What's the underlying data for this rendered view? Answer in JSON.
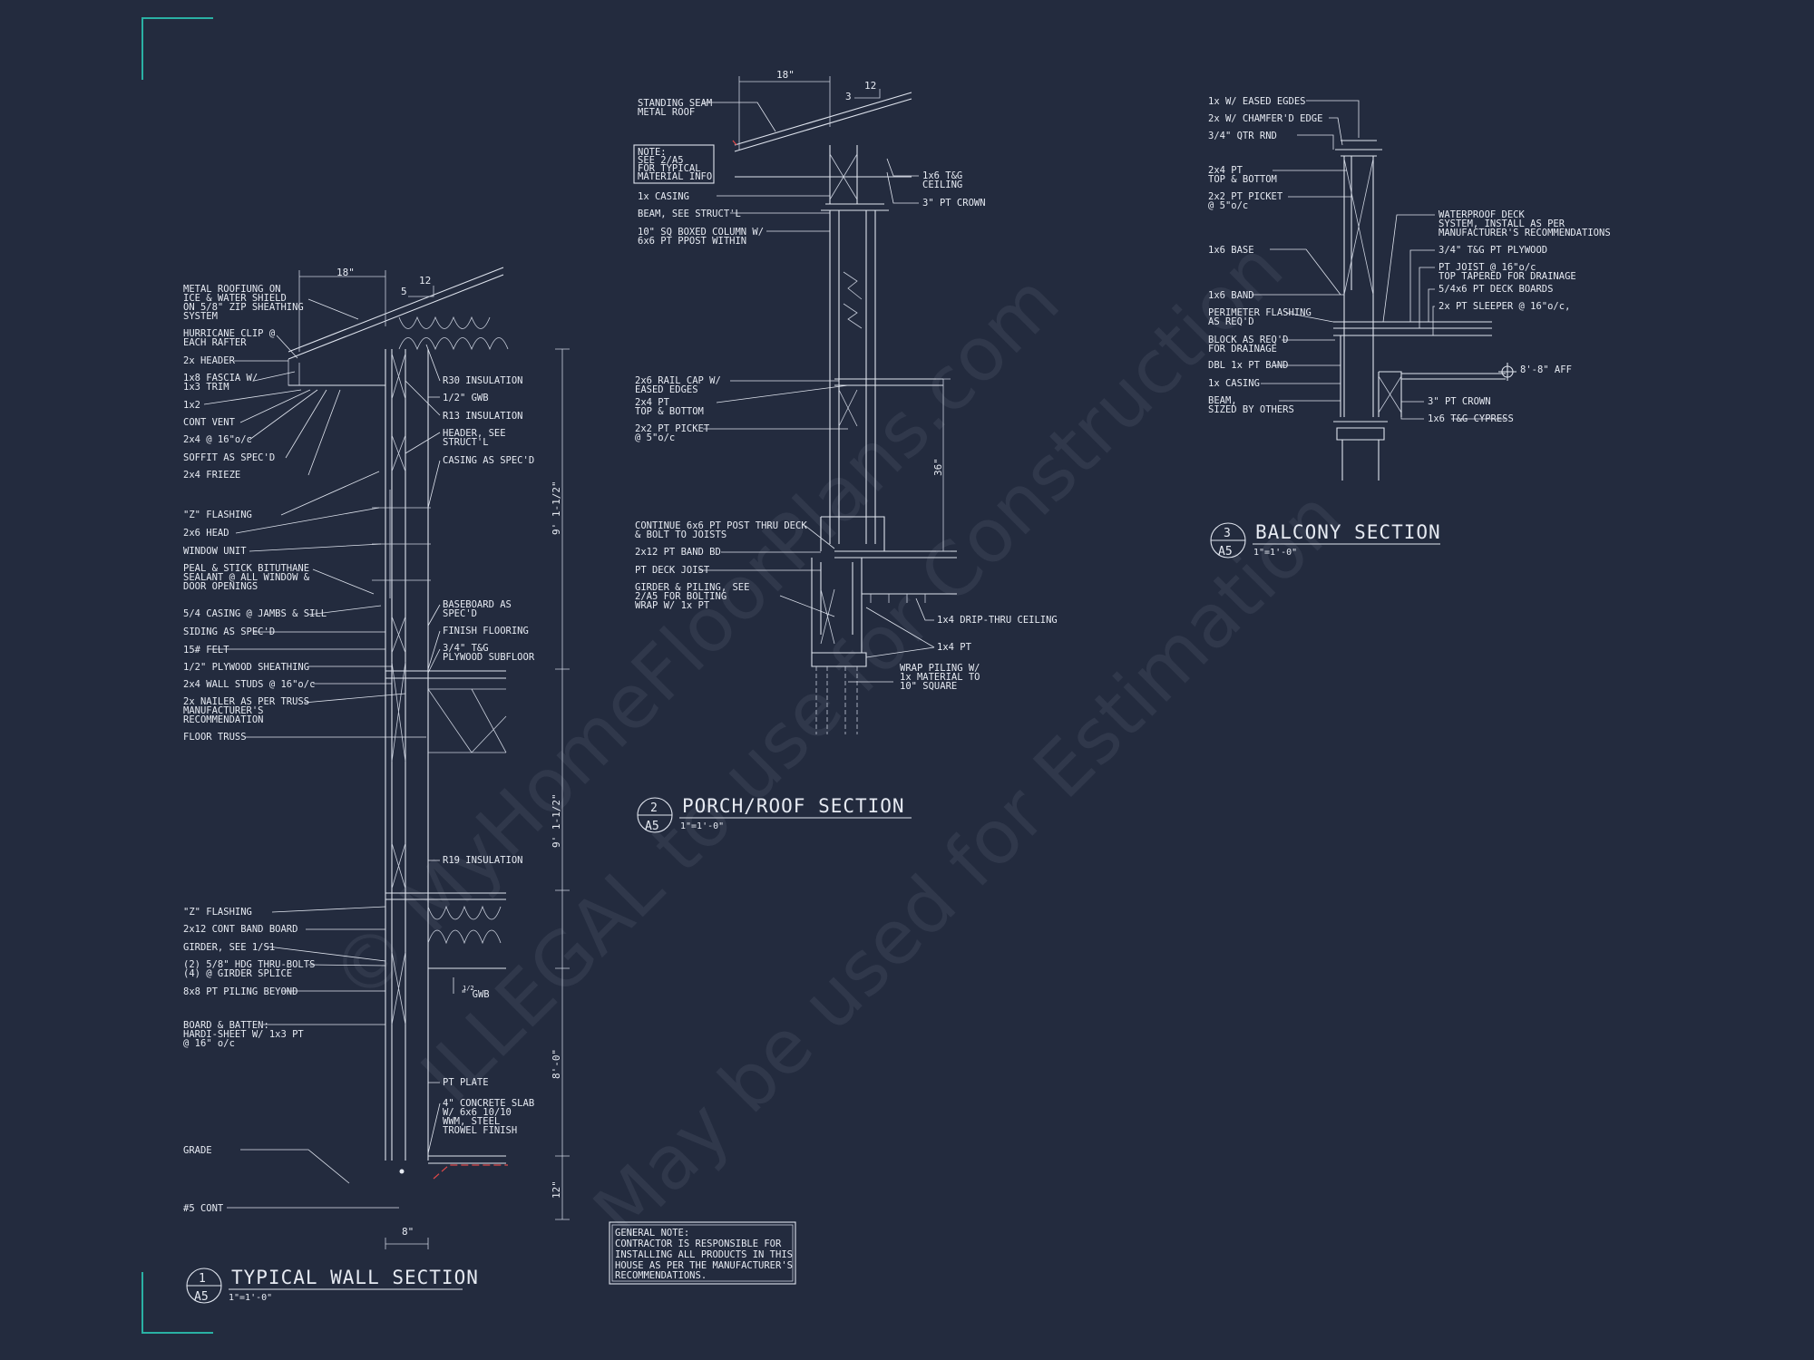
{
  "sections": {
    "typical_wall": {
      "number": "1",
      "sheet": "A5",
      "title": "TYPICAL WALL SECTION",
      "scale": "1\"=1'-0\"",
      "dims": {
        "overhang": "18\"",
        "pitch_rise": "5",
        "pitch_run": "12",
        "h1": "9' 1-1/2\"",
        "h2": "9' 1-1/2\"",
        "h3": "8'-0\"",
        "h4": "12\"",
        "width": "8\""
      },
      "labels": {
        "l01a": "METAL ROOFIUNG ON",
        "l01b": "ICE & WATER SHIELD",
        "l01c": "ON 5/8\" ZIP SHEATHING",
        "l01d": "SYSTEM",
        "l02a": "HURRICANE CLIP @",
        "l02b": "EACH RAFTER",
        "l03": "2x HEADER",
        "l04a": "1x8 FASCIA W/",
        "l04b": "1x3 TRIM",
        "l05": "1x2",
        "l06": "CONT VENT",
        "l07": "2x4 @ 16\"o/c",
        "l08": "SOFFIT AS SPEC'D",
        "l09": "2x4 FRIEZE",
        "l10": "\"Z\" FLASHING",
        "l11": "2x6 HEAD",
        "l12": "WINDOW UNIT",
        "l13a": "PEAL & STICK BITUTHANE",
        "l13b": "SEALANT @ ALL WINDOW &",
        "l13c": "DOOR OPENINGS",
        "l14": "5/4 CASING @ JAMBS & SILL",
        "l15": "SIDING AS SPEC'D",
        "l16": "15# FELT",
        "l17": "1/2\" PLYWOOD SHEATHING",
        "l18": "2x4 WALL STUDS @ 16\"o/c",
        "l19a": "2x NAILER AS PER TRUSS",
        "l19b": "MANUFACTURER'S",
        "l19c": "RECOMMENDATION",
        "l20": "FLOOR TRUSS",
        "l21": "\"Z\" FLASHING",
        "l22": "2x12 CONT BAND BOARD",
        "l23": "GIRDER, SEE 1/S1",
        "l24a": "(2) 5/8\" HDG THRU-BOLTS",
        "l24b": "(4) @ GIRDER SPLICE",
        "l25": "8x8 PT PILING BEYOND",
        "l26a": "BOARD & BATTEN:",
        "l26b": "HARDI-SHEET W/ 1x3 PT",
        "l26c": "@ 16\" o/c",
        "l27": "GRADE",
        "l28": "#5 CONT",
        "r01": "R30 INSULATION",
        "r02": "1/2\" GWB",
        "r03": "R13 INSULATION",
        "r04a": "HEADER, SEE",
        "r04b": "STRUCT'L",
        "r05": "CASING AS SPEC'D",
        "r06a": "BASEBOARD AS",
        "r06b": "SPEC'D",
        "r07": "FINISH FLOORING",
        "r08a": "3/4\" T&G",
        "r08b": "PLYWOOD SUBFLOOR",
        "r09": "R19 INSULATION",
        "r10": "\" GWB",
        "r10n": "1/2",
        "r11": "PT PLATE",
        "r12a": "4\" CONCRETE SLAB",
        "r12b": "W/ 6x6 10/10",
        "r12c": "WWM, STEEL",
        "r12d": "TROWEL FINISH"
      }
    },
    "porch_roof": {
      "number": "2",
      "sheet": "A5",
      "title": "PORCH/ROOF SECTION",
      "scale": "1\"=1'-0\"",
      "dims": {
        "overhang": "18\"",
        "pitch_rise": "3",
        "pitch_run": "12",
        "rail_h": "36\""
      },
      "labels": {
        "p01a": "STANDING SEAM",
        "p01b": "METAL ROOF",
        "p02a": "NOTE:",
        "p02b": "SEE 2/A5",
        "p02c": "FOR TYPICAL",
        "p02d": "MATERIAL INFO",
        "p03": "1x CASING",
        "p04": "BEAM, SEE STRUCT'L",
        "p05a": "10\" SQ BOXED COLUMN W/",
        "p05b": "6x6 PT PPOST WITHIN",
        "p06a": "1x6 T&G",
        "p06b": "CEILING",
        "p07": "3\" PT CROWN",
        "p08a": "2x6 RAIL CAP W/",
        "p08b": "EASED EDGES",
        "p09a": "2x4 PT",
        "p09b": "TOP & BOTTOM",
        "p10a": "2x2 PT PICKET",
        "p10b": "@ 5\"o/c",
        "p11a": "CONTINUE 6x6 PT POST THRU DECK",
        "p11b": "& BOLT TO JOISTS",
        "p12": "2x12 PT BAND BD",
        "p13": "PT DECK JOIST",
        "p14a": "GIRDER & PILING, SEE",
        "p14b": "2/A5 FOR BOLTING",
        "p14c": "WRAP W/ 1x PT",
        "p15": "1x4 DRIP-THRU CEILING",
        "p16": "1x4 PT",
        "p17a": "WRAP PILING W/",
        "p17b": "1x MATERIAL TO",
        "p17c": "10\" SQUARE"
      }
    },
    "balcony": {
      "number": "3",
      "sheet": "A5",
      "title": "BALCONY SECTION",
      "scale": "1\"=1'-0\"",
      "labels": {
        "b01": "1x W/ EASED EGDES",
        "b02": "2x W/ CHAMFER'D EDGE",
        "b03": "3/4\" QTR RND",
        "b04a": "2x4 PT",
        "b04b": "TOP & BOTTOM",
        "b05a": "2x2 PT PICKET",
        "b05b": "@ 5\"o/c",
        "b06": "1x6 BASE",
        "b07": "1x6 BAND",
        "b08a": "PERIMETER FLASHING",
        "b08b": "AS REQ'D",
        "b09a": "BLOCK AS REQ'D",
        "b09b": "FOR DRAINAGE",
        "b10": "DBL 1x PT BAND",
        "b11": "1x CASING",
        "b12a": "BEAM,",
        "b12b": "SIZED BY OTHERS",
        "b13a": "WATERPROOF DECK",
        "b13b": "SYSTEM, INSTALL AS PER",
        "b13c": "MANUFACTURER'S RECOMMENDATIONS",
        "b14": "3/4\" T&G PT PLYWOOD",
        "b15a": "PT JOIST @ 16\"o/c",
        "b15b": "TOP TAPERED FOR DRAINAGE",
        "b16": "5/4x6 PT DECK BOARDS",
        "b17": "2x PT SLEEPER @ 16\"o/c,",
        "b18": "8'-8\" AFF",
        "b19": "3\" PT CROWN",
        "b20": "1x6 T&G CYPRESS"
      }
    }
  },
  "general_note": {
    "line1": "GENERAL NOTE:",
    "line2": "CONTRACTOR IS RESPONSIBLE FOR",
    "line3": "INSTALLING ALL PRODUCTS IN THIS",
    "line4": "HOUSE AS PER THE MANUFACTURER'S",
    "line5": "RECOMMENDATIONS."
  },
  "watermark": {
    "line1": "© MyHomeFloorPlans.com",
    "line2": "ILLEGAL to use for Construction",
    "line3": "May be used for Estimation"
  },
  "colors": {
    "background": "#232b3e",
    "linework": "#e6eaf2",
    "corner_marks": "#2ab1a4",
    "accent_red": "#e04848"
  }
}
